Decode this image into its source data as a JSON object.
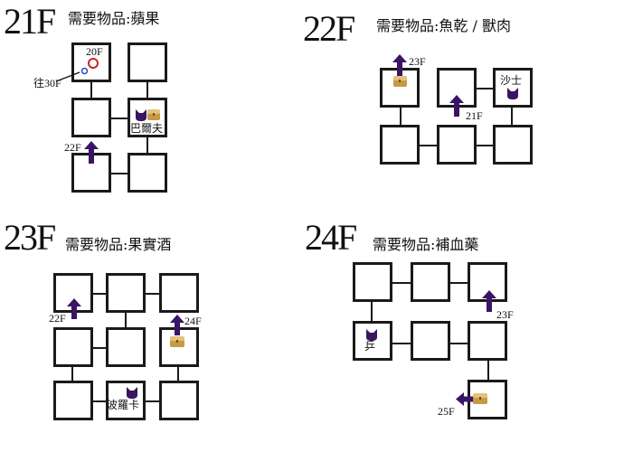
{
  "floors": [
    {
      "title": "21F",
      "required": "需要物品:蘋果",
      "stairs_down": "20F",
      "warp": "往30F",
      "arrow_label": "22F",
      "npc": "巴爾夫"
    },
    {
      "title": "22F",
      "required": "需要物品:魚乾 / 獸肉",
      "arrow_up_label": "23F",
      "arrow_down_label": "21F",
      "npc": "沙士"
    },
    {
      "title": "23F",
      "required": "需要物品:果實酒",
      "arrow_a_label": "22F",
      "arrow_b_label": "24F",
      "npc": "波羅卡"
    },
    {
      "title": "24F",
      "required": "需要物品:補血藥",
      "arrow_up_label": "23F",
      "arrow_left_label": "25F",
      "npc": "乒"
    }
  ],
  "colors": {
    "arrow": "#3b1466",
    "cat": "#3a1560",
    "chest": "#c79a45",
    "portal_red": "#c62828",
    "portal_blue": "#1e4fc2",
    "wall": "#1a1a1a"
  }
}
